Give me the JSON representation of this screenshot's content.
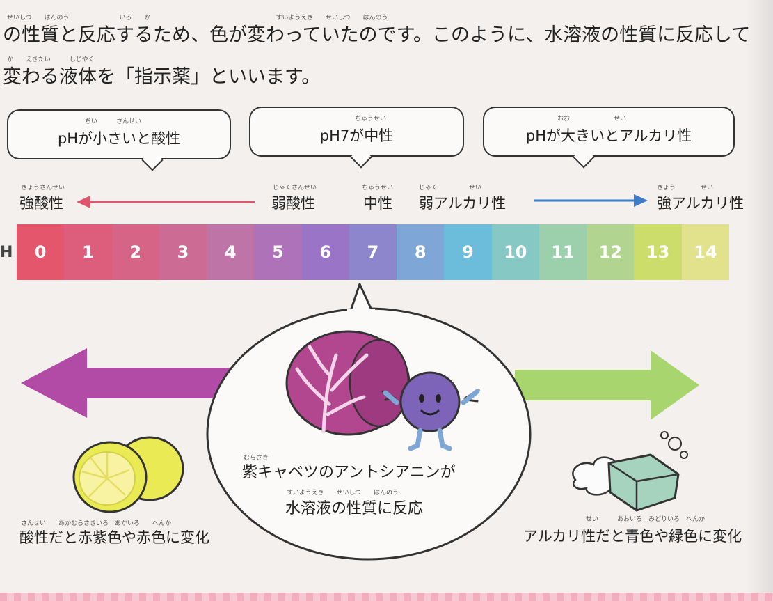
{
  "intro": {
    "line1": "の性質と反応するため、色が変わっていたのです。このように、水溶液の性質に反応して",
    "line1_ruby": "せいしつ　　はんのう　　　　　　　　いろ　　か　　　　　　　　　　　　　　　　　　　　すいようえき　　せいしつ　　はんのう",
    "line2": "変わる液体を「指示薬」といいます。",
    "line2_ruby": "か　　えきたい　　　しじやく"
  },
  "bubbles": [
    {
      "text": "pHが小さいと酸性",
      "ruby": "ちい　　　さんせい"
    },
    {
      "text": "pH7が中性",
      "ruby": "ちゅうせい"
    },
    {
      "text": "pHが大きいとアルカリ性",
      "ruby": "おお　　　　　　　せい"
    }
  ],
  "scale_labels": {
    "strong_acid": "強酸性",
    "strong_acid_ruby": "きょうさんせい",
    "weak_acid": "弱酸性",
    "weak_acid_ruby": "じゃくさんせい",
    "neutral": "中性",
    "neutral_ruby": "ちゅうせい",
    "weak_alkali": "弱アルカリ性",
    "weak_alkali_ruby": "じゃく　　　　　せい",
    "strong_alkali": "強アルカリ性",
    "strong_alkali_ruby": "きょう　　　　せい"
  },
  "ph_axis_label": "H",
  "ph_values": [
    "0",
    "1",
    "2",
    "3",
    "4",
    "5",
    "6",
    "7",
    "8",
    "9",
    "10",
    "11",
    "12",
    "13",
    "14"
  ],
  "ph_colors": [
    "#e4566c",
    "#dd5e7c",
    "#d56487",
    "#cc6b93",
    "#be74a6",
    "#ad72b8",
    "#9a74c6",
    "#8d86cc",
    "#7ea6d6",
    "#6cbcdc",
    "#86c9c4",
    "#9ccfac",
    "#b1d591",
    "#cddd6c",
    "#e2e28c"
  ],
  "center": {
    "line1": "紫キャベツのアントシアニンが",
    "line1_ruby": "むらさき",
    "line2": "水溶液の性質に反応",
    "line2_ruby": "すいようえき　　せいしつ　　はんのう"
  },
  "left_caption": {
    "text": "酸性だと赤紫色や赤色に変化",
    "ruby": "さんせい　　あかむらさきいろ　あかいろ　　へんか"
  },
  "right_caption": {
    "text": "アルカリ性だと青色や緑色に変化",
    "ruby": "せい　　　あおいろ　みどりいろ　へんか"
  },
  "colors": {
    "acid_arrow": "#b24ba6",
    "alkali_arrow": "#a9d56f",
    "red_arrow": "#e0546c",
    "blue_arrow": "#3f7bc8"
  }
}
